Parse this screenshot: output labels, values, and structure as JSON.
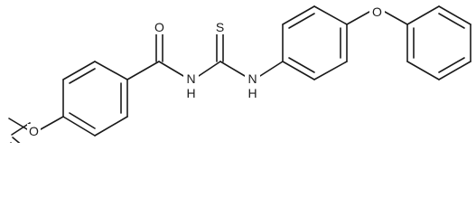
{
  "figure": {
    "type": "chemical-structure",
    "line_color": "#1a1a1a",
    "background": "#ffffff"
  },
  "atoms": {
    "methoxy_oxygen": "O",
    "carbonyl_oxygen": "O",
    "thione_sulfur": "S",
    "amide_nitrogen": "N",
    "amide_hydrogen": "H",
    "thioamide_nitrogen": "N",
    "thioamide_hydrogen": "H",
    "ether_oxygen": "O"
  }
}
